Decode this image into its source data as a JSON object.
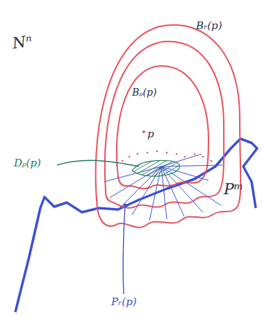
{
  "diagram": {
    "labels": [
      "Nⁿ",
      "Bᵣ(p)",
      "Bᵨ(p)",
      "p",
      "Dᵨ(p)",
      "Pᵐ",
      "Pᵣ(p)"
    ]
  }
}
